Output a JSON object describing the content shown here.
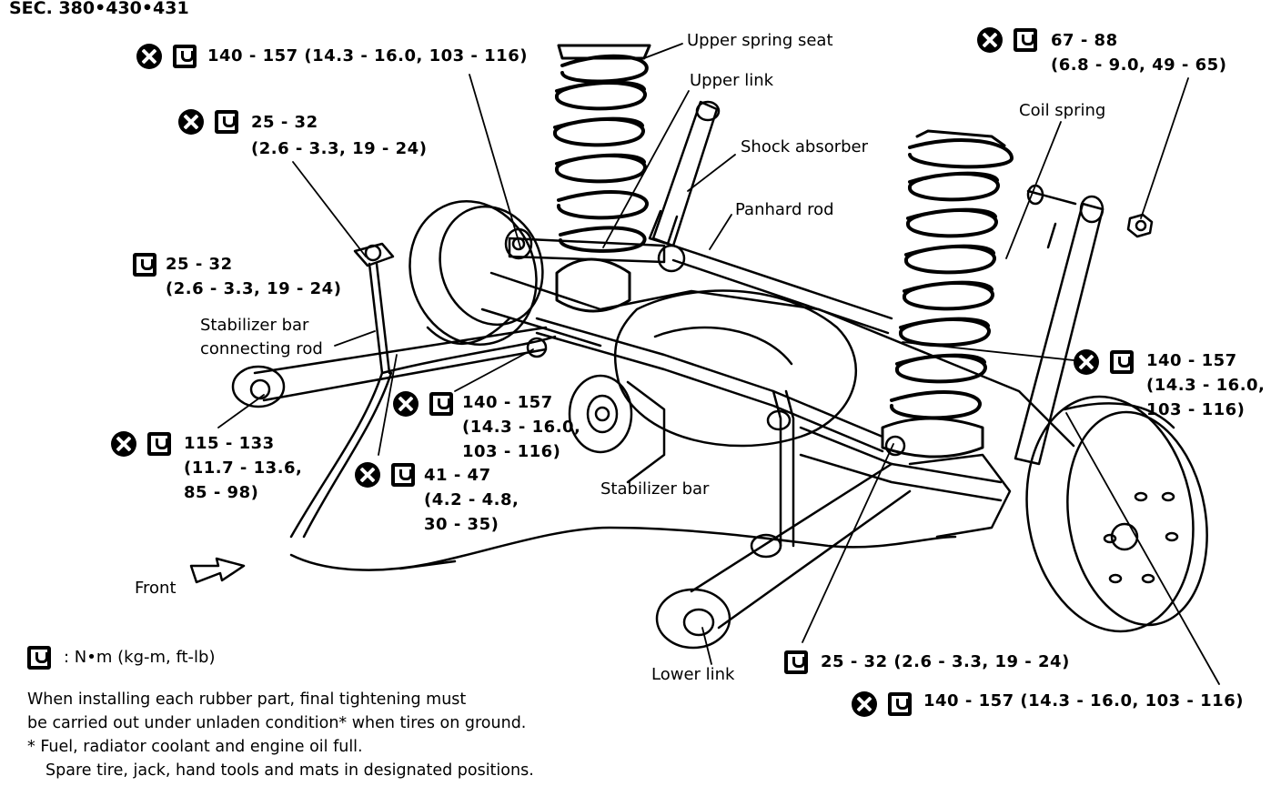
{
  "section": "SEC. 380•430•431",
  "parts": {
    "upper_spring_seat": "Upper spring seat",
    "upper_link": "Upper link",
    "shock_absorber": "Shock absorber",
    "panhard_rod": "Panhard rod",
    "coil_spring": "Coil spring",
    "stabilizer_bar_connecting_rod_1": "Stabilizer bar",
    "stabilizer_bar_connecting_rod_2": "connecting rod",
    "stabilizer_bar": "Stabilizer bar",
    "lower_link": "Lower link",
    "front": "Front"
  },
  "torques": {
    "t1": "140 - 157 (14.3 - 16.0, 103 - 116)",
    "t2_l1": "25 - 32",
    "t2_l2": "(2.6 - 3.3, 19 - 24)",
    "t3_l1": "25 - 32",
    "t3_l2": "(2.6 - 3.3, 19 - 24)",
    "t4_l1": "115 - 133",
    "t4_l2": "(11.7 - 13.6,",
    "t4_l3": "85 - 98)",
    "t5_l1": "140 - 157",
    "t5_l2": "(14.3 - 16.0,",
    "t5_l3": "103 - 116)",
    "t6_l1": "41 - 47",
    "t6_l2": "(4.2 - 4.8,",
    "t6_l3": "30 - 35)",
    "t7_l1": "67 - 88",
    "t7_l2": "(6.8 - 9.0, 49 - 65)",
    "t8_l1": "140 - 157",
    "t8_l2": "(14.3 - 16.0,",
    "t8_l3": "103 - 116)",
    "t9": "25 - 32 (2.6 - 3.3, 19 - 24)",
    "t10": "140 - 157 (14.3 - 16.0, 103 - 116)"
  },
  "legend": {
    "unit": ": N•m (kg-m, ft-lb)"
  },
  "notes": {
    "line1": "When installing each rubber part, final tightening must",
    "line2": "be carried out under unladen condition* when tires on ground.",
    "line3": "* Fuel, radiator coolant and engine oil full.",
    "line4": "Spare tire, jack, hand tools and mats in designated positions."
  },
  "icons": {
    "replace": "x-circle-icon",
    "torque": "torque-wrench-icon"
  }
}
